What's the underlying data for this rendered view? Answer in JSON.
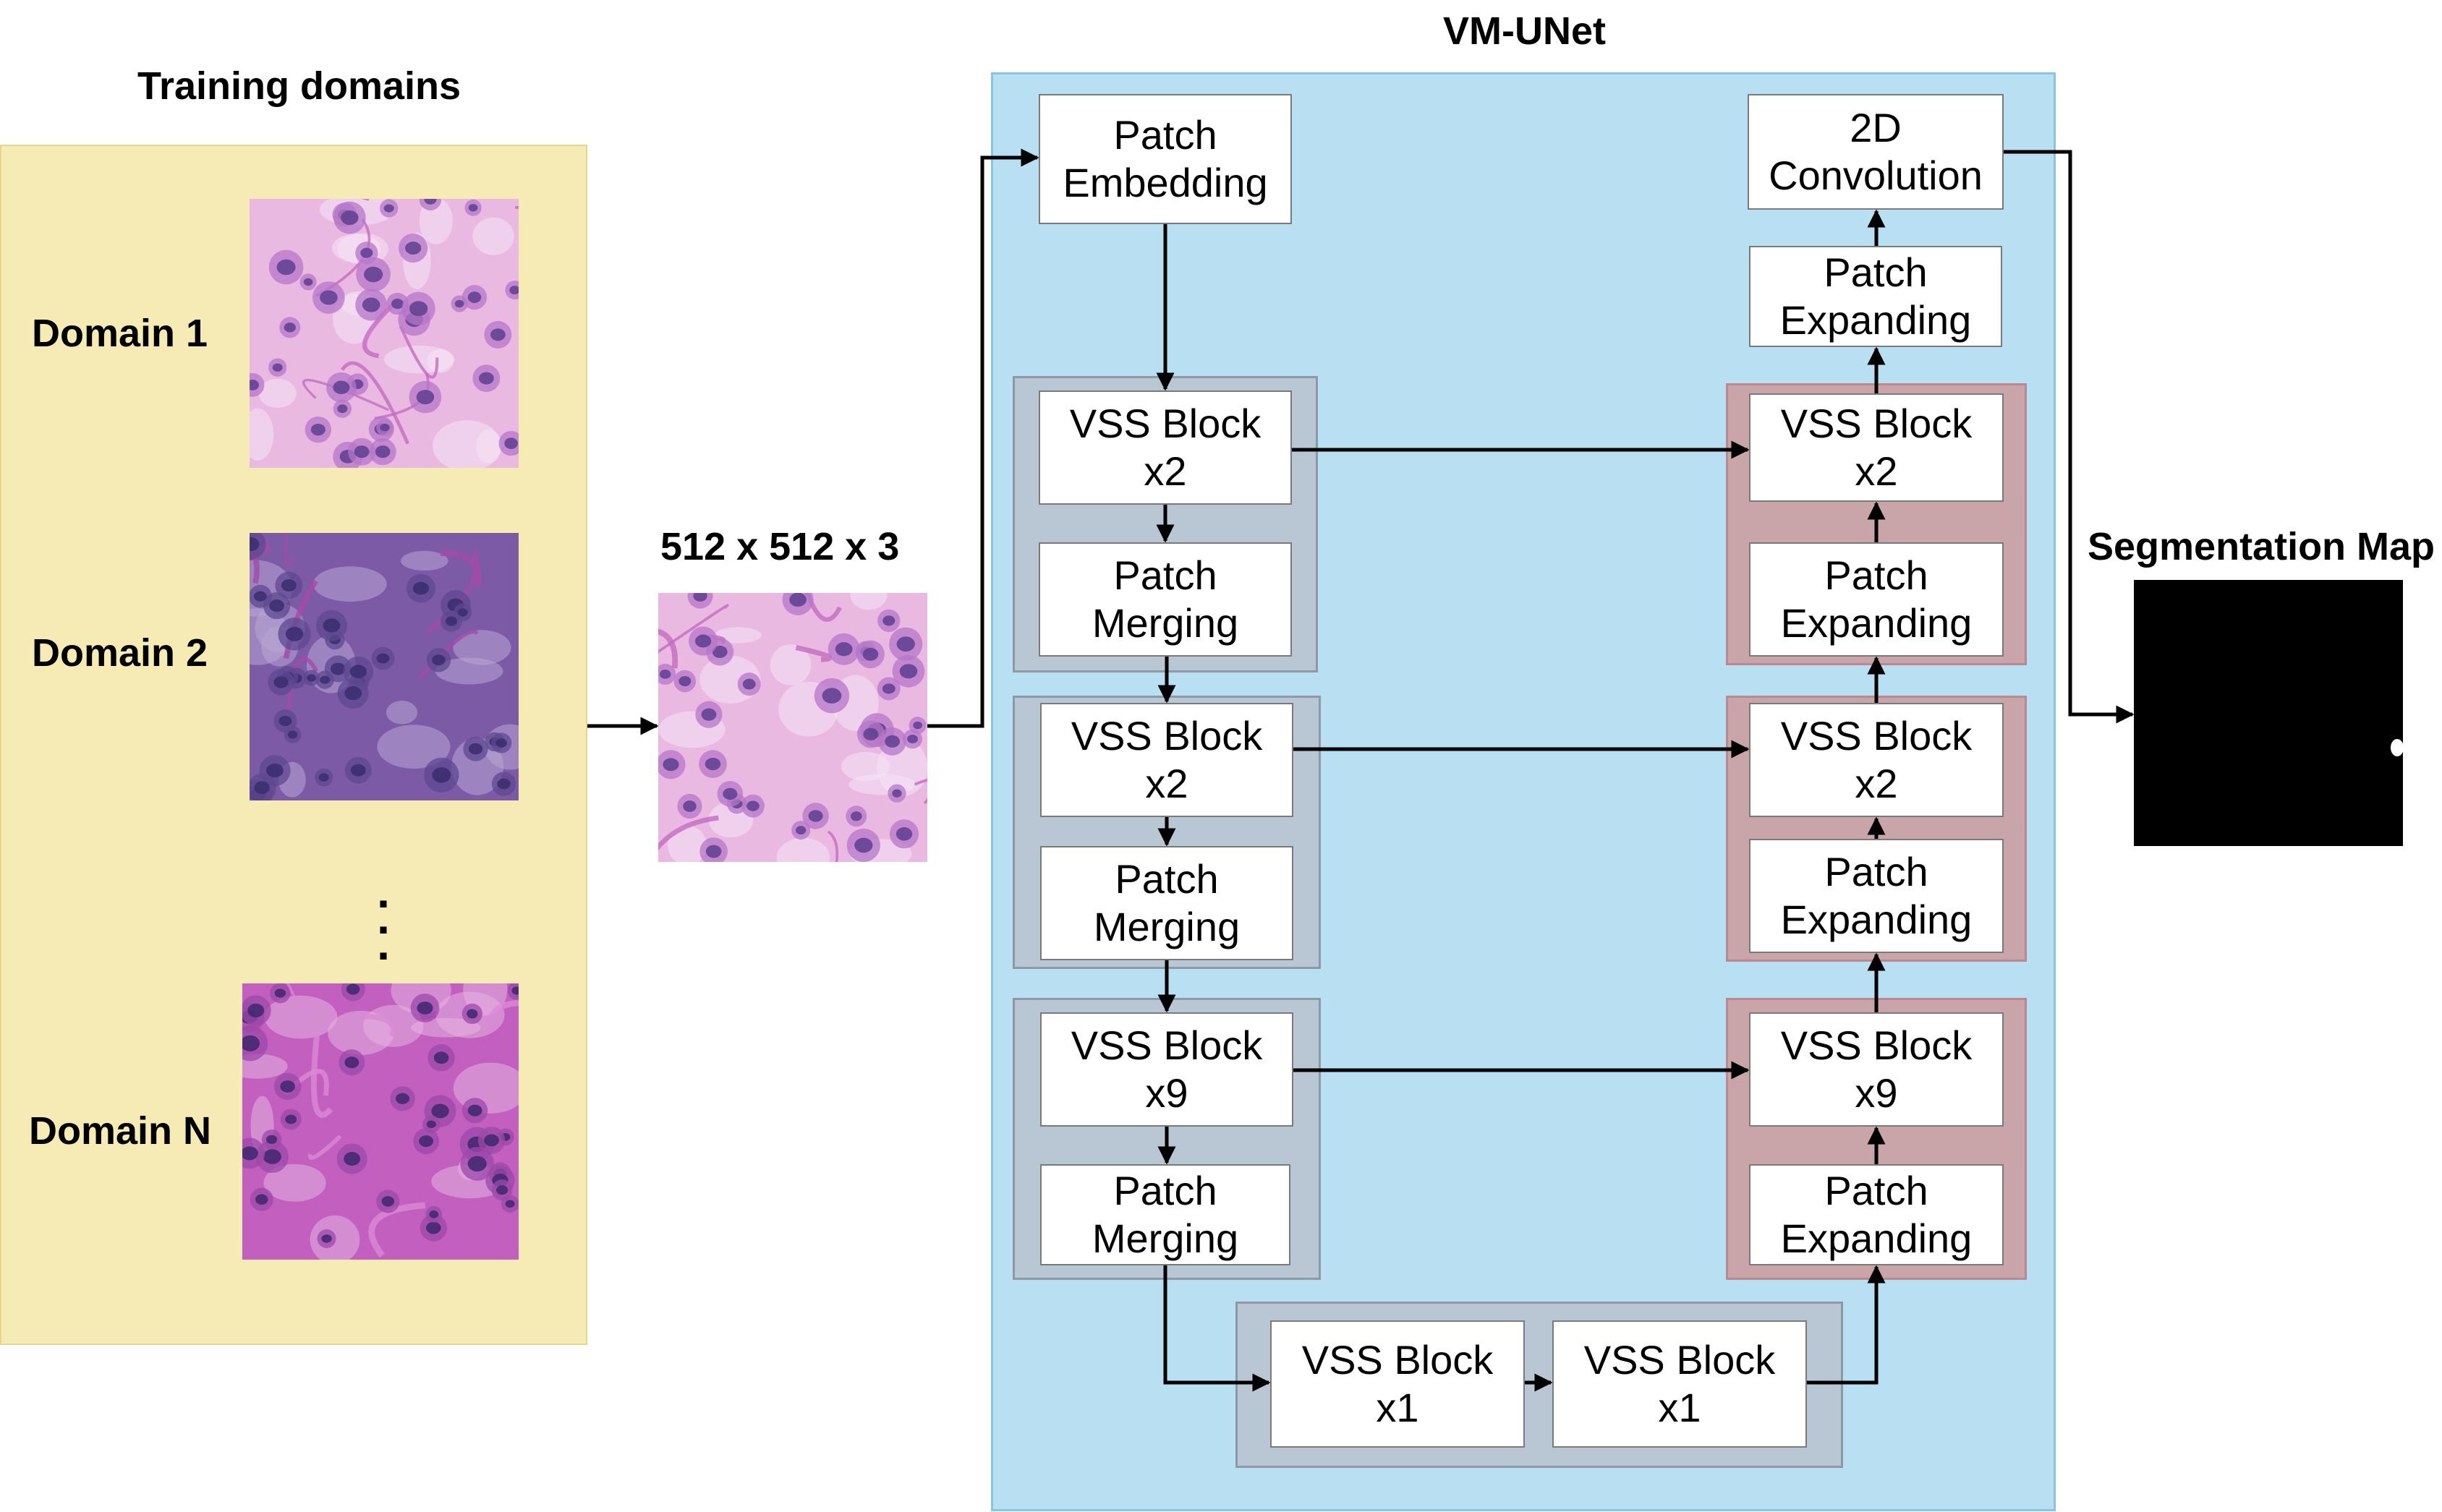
{
  "training": {
    "title": "Training domains",
    "domains": [
      {
        "label": "Domain 1",
        "tissue": "pink-eosin"
      },
      {
        "label": "Domain 2",
        "tissue": "purple-hematoxylin"
      },
      {
        "label": "Domain N",
        "tissue": "magenta-dense-nuclei"
      }
    ],
    "ellipsis": ".\n.\n."
  },
  "input": {
    "size_label": "512 x 512 x 3",
    "tissue": "pink-eosin"
  },
  "model": {
    "title": "VM-UNet",
    "patch_embedding": "Patch\nEmbedding",
    "encoder": [
      {
        "block": "VSS Block\nx2",
        "merge": "Patch\nMerging"
      },
      {
        "block": "VSS Block\nx2",
        "merge": "Patch\nMerging"
      },
      {
        "block": "VSS Block\nx9",
        "merge": "Patch\nMerging"
      }
    ],
    "bottleneck": [
      "VSS Block\nx1",
      "VSS Block\nx1"
    ],
    "decoder": [
      {
        "block": "VSS Block\nx2",
        "expand": "Patch\nExpanding"
      },
      {
        "block": "VSS Block\nx2",
        "expand": "Patch\nExpanding"
      },
      {
        "block": "VSS Block\nx9",
        "expand": "Patch\nExpanding"
      }
    ],
    "final_expand": "Patch\nExpanding",
    "final_conv": "2D\nConvolution"
  },
  "output": {
    "title": "Segmentation Map"
  },
  "colors": {
    "training_panel": "#f6ebb4",
    "model_panel": "#b9e0f2",
    "encoder_group": "#b8c7d3",
    "decoder_group": "#c9a4a9",
    "arrow": "#000000"
  }
}
